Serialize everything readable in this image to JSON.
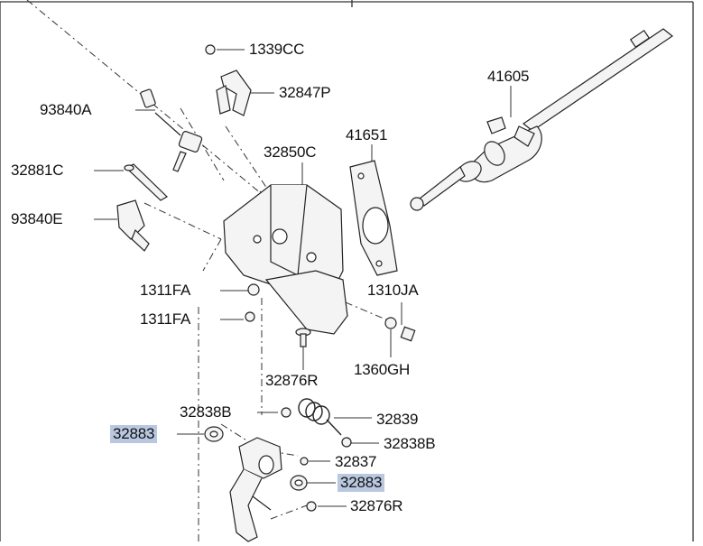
{
  "diagram": {
    "callouts": [
      {
        "id": "c1",
        "text": "1339CC",
        "highlight": false
      },
      {
        "id": "c2",
        "text": "32847P",
        "highlight": false
      },
      {
        "id": "c3",
        "text": "41605",
        "highlight": false
      },
      {
        "id": "c4",
        "text": "93840A",
        "highlight": false
      },
      {
        "id": "c5",
        "text": "41651",
        "highlight": false
      },
      {
        "id": "c6",
        "text": "32850C",
        "highlight": false
      },
      {
        "id": "c7",
        "text": "32881C",
        "highlight": false
      },
      {
        "id": "c8",
        "text": "93840E",
        "highlight": false
      },
      {
        "id": "c9",
        "text": "1311FA",
        "highlight": false
      },
      {
        "id": "c10",
        "text": "1310JA",
        "highlight": false
      },
      {
        "id": "c11",
        "text": "1311FA",
        "highlight": false
      },
      {
        "id": "c12",
        "text": "1360GH",
        "highlight": false
      },
      {
        "id": "c13",
        "text": "32876R",
        "highlight": false
      },
      {
        "id": "c14",
        "text": "32838B",
        "highlight": false
      },
      {
        "id": "c15",
        "text": "32839",
        "highlight": false
      },
      {
        "id": "c16",
        "text": "32883",
        "highlight": true
      },
      {
        "id": "c17",
        "text": "32838B",
        "highlight": false
      },
      {
        "id": "c18",
        "text": "32837",
        "highlight": false
      },
      {
        "id": "c19",
        "text": "32883",
        "highlight": true
      },
      {
        "id": "c20",
        "text": "32876R",
        "highlight": false
      }
    ],
    "colors": {
      "highlight": "#b9c8e0",
      "line": "#222222",
      "part_fill": "#f4f4f4"
    }
  }
}
